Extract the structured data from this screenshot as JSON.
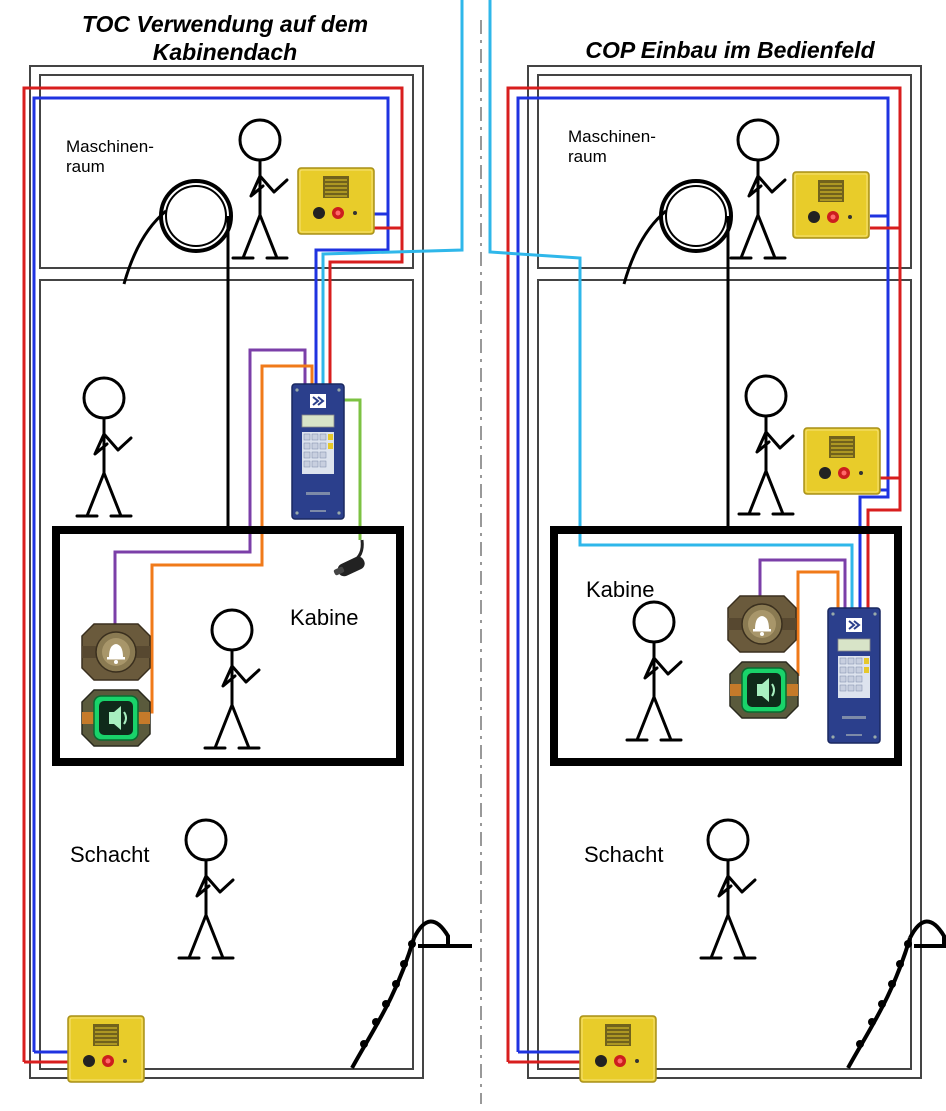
{
  "panels": [
    {
      "title_line1": "TOC Verwendung auf dem",
      "title_line2": "Kabinendach",
      "machine_room_line1": "Maschinen-",
      "machine_room_line2": "raum",
      "cabin_label": "Kabine",
      "shaft_label": "Schacht"
    },
    {
      "title_line1": "COP Einbau im Bedienfeld",
      "machine_room_line1": "Maschinen-",
      "machine_room_line2": "raum",
      "cabin_label": "Kabine",
      "shaft_label": "Schacht"
    }
  ],
  "colors": {
    "wire_red": "#d81e1e",
    "wire_blue": "#1f33e0",
    "wire_cyan": "#2fb7ea",
    "wire_purple": "#7b3fa8",
    "wire_orange": "#f07a1a",
    "wire_green": "#7cc242",
    "intercom_yellow": "#e8cc2a",
    "controller_blue": "#2b3f8c",
    "button_green": "#19d36a",
    "divider": "#999999"
  },
  "icons": {
    "intercom": "yellow-intercom-box-icon",
    "controller": "blue-emergency-call-controller-icon",
    "alarm_button": "alarm-bell-button-icon",
    "speaker_button": "green-speaker-button-icon",
    "microphone": "gooseneck-microphone-icon",
    "ladder": "pit-ladder-icon",
    "person": "stick-figure-icon",
    "pulley": "traction-sheave-icon"
  }
}
